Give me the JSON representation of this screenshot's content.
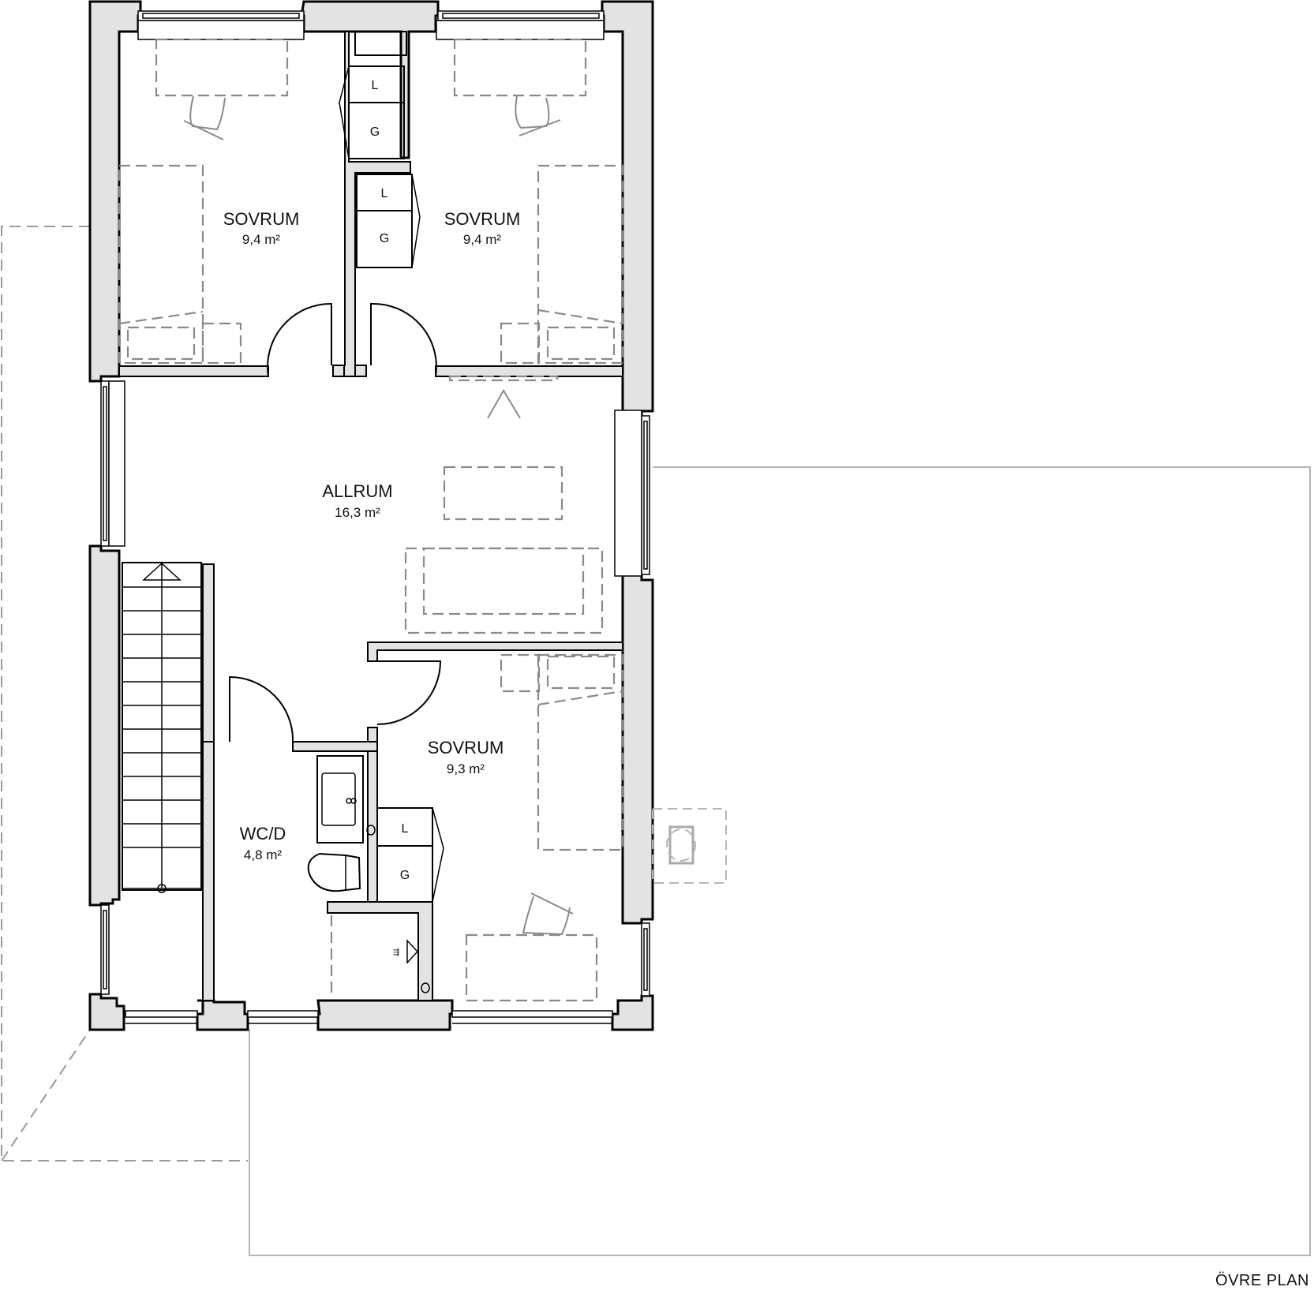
{
  "plan": {
    "title": "ÖVRE PLAN",
    "rooms": [
      {
        "id": "sovrum-1",
        "label": "SOVRUM",
        "area": "9,4 m²"
      },
      {
        "id": "sovrum-2",
        "label": "SOVRUM",
        "area": "9,4 m²"
      },
      {
        "id": "allrum",
        "label": "ALLRUM",
        "area": "16,3 m²"
      },
      {
        "id": "sovrum-3",
        "label": "SOVRUM",
        "area": "9,3 m²"
      },
      {
        "id": "wc-d",
        "label": "WC/D",
        "area": "4,8 m²"
      }
    ],
    "closets": [
      {
        "id": "closet-1-l",
        "label": "L"
      },
      {
        "id": "closet-1-g",
        "label": "G"
      },
      {
        "id": "closet-2-l",
        "label": "L"
      },
      {
        "id": "closet-2-g",
        "label": "G"
      },
      {
        "id": "closet-3-l",
        "label": "L"
      },
      {
        "id": "closet-3-g",
        "label": "G"
      }
    ]
  },
  "colors": {
    "wall_fill": "#e3e3e3",
    "wall_stroke": "#000000",
    "furniture": "#8a8a8a",
    "roof_outline": "#b5b5b5"
  }
}
